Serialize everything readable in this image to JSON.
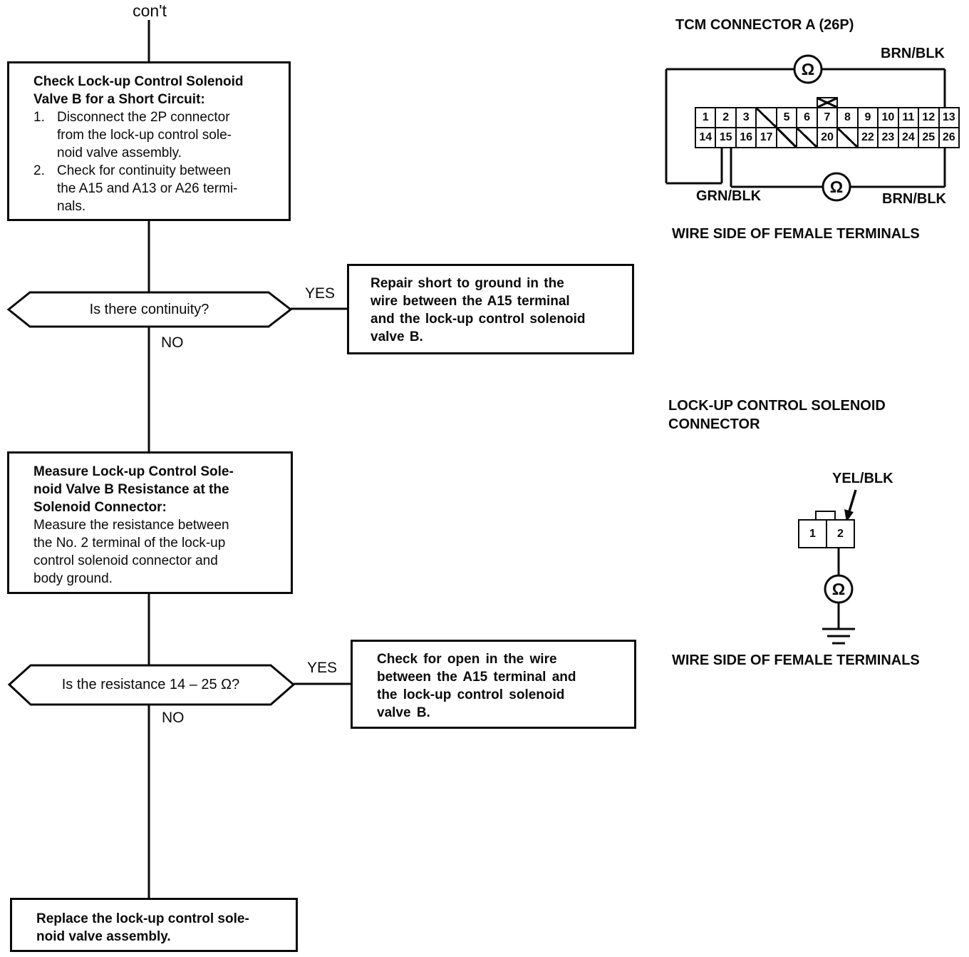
{
  "flowchart": {
    "cont_label": "con't",
    "check_short_box": {
      "title": "Check Lock-up Control Solenoid\nValve B for a Short Circuit:",
      "items": [
        {
          "num": "1.",
          "text": "Disconnect the 2P connector\nfrom the lock-up control sole-\nnoid valve assembly."
        },
        {
          "num": "2.",
          "text": "Check for continuity between\nthe A15 and A13 or A26 termi-\nnals."
        }
      ]
    },
    "decision1": {
      "question": "Is there continuity?",
      "yes": "YES",
      "no": "NO"
    },
    "repair_box": {
      "text": "Repair short to ground in the\nwire between the A15 terminal\nand the lock-up control solenoid\nvalve B."
    },
    "measure_box": {
      "title": "Measure Lock-up Control Sole-\nnoid Valve B Resistance at the\nSolenoid Connector:",
      "body": "Measure the resistance between\nthe No. 2 terminal of the lock-up\ncontrol solenoid connector and\nbody ground."
    },
    "decision2": {
      "question": "Is the resistance 14 – 25 Ω?",
      "yes": "YES",
      "no": "NO"
    },
    "open_box": {
      "text": "Check for open in the wire\nbetween the A15 terminal and\nthe lock-up control solenoid\nvalve B."
    },
    "replace_box": {
      "text": "Replace the lock-up control sole-\nnoid valve assembly."
    }
  },
  "tcm": {
    "title": "TCM CONNECTOR A (26P)",
    "ohm_symbol": "Ω",
    "labels": {
      "brn_blk_top": "BRN/BLK",
      "grn_blk": "GRN/BLK",
      "brn_blk_bottom": "BRN/BLK"
    },
    "pins_top": [
      "1",
      "2",
      "3",
      "",
      "5",
      "6",
      "7",
      "8",
      "9",
      "10",
      "11",
      "12",
      "13"
    ],
    "pins_bottom": [
      "14",
      "15",
      "16",
      "17",
      "",
      "",
      "20",
      "",
      "22",
      "23",
      "24",
      "25",
      "26"
    ],
    "caption": "WIRE SIDE OF FEMALE TERMINALS"
  },
  "solenoid": {
    "title": "LOCK-UP CONTROL SOLENOID\nCONNECTOR",
    "wire_label": "YEL/BLK",
    "pins": [
      "1",
      "2"
    ],
    "ohm_symbol": "Ω",
    "caption": "WIRE SIDE OF FEMALE TERMINALS"
  }
}
